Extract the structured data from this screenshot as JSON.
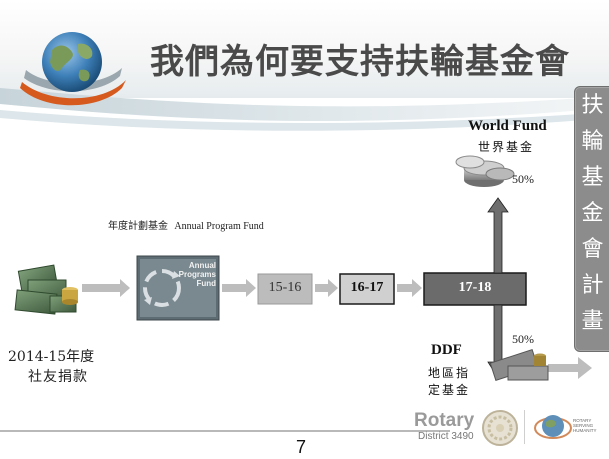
{
  "slide": {
    "title": "我們為何要支持扶輪基金會",
    "page_number": "7"
  },
  "side_panel": {
    "chars": [
      "扶",
      "輪",
      "基",
      "金",
      "會",
      "計",
      "畫"
    ]
  },
  "source": {
    "line1": "2014-15年度",
    "line2": "社友捐款"
  },
  "annual_fund": {
    "label_zh": "年度計劃基金",
    "label_en": "Annual Program Fund",
    "logo_line1": "Annual",
    "logo_line2": "Programs",
    "logo_line3": "Fund"
  },
  "flow_boxes": [
    "15-16",
    "16-17",
    "17-18"
  ],
  "world_fund": {
    "title": "World Fund",
    "subtitle": "世界基金",
    "percent": "50%"
  },
  "ddf": {
    "title": "DDF",
    "subtitle_line1": "地區指",
    "subtitle_line2": "定基金",
    "percent": "50%"
  },
  "footer": {
    "rotary": "Rotary",
    "district": "District 3490",
    "serving": "ROTARY SERVING HUMANITY"
  }
}
